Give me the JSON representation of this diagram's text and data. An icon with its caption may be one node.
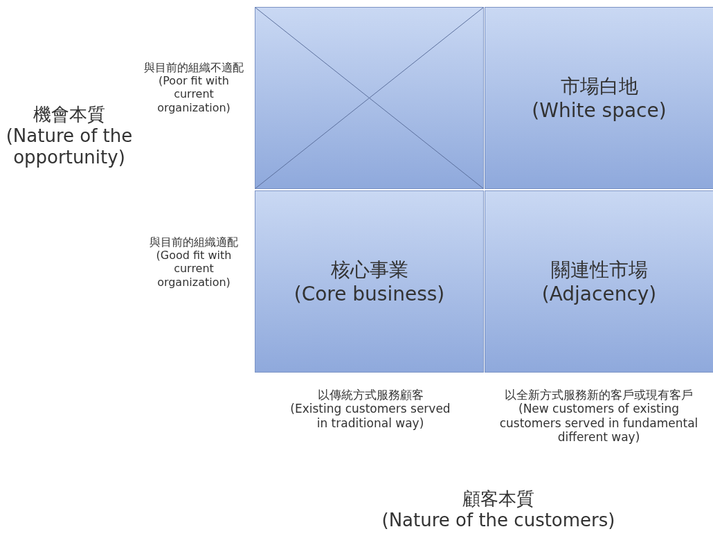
{
  "diagram": {
    "nodes": [
      {
        "text": [],
        "shape": "box"
      },
      {
        "text": [
          "市場白地",
          "(White space)"
        ]
      },
      {
        "text": [
          "核心事業",
          "(Core business)"
        ]
      },
      {
        "text": [
          "關連性市場",
          "(Adjacency)"
        ]
      }
    ],
    "labels": [
      "機會本質",
      "(Nature of the opportunity)",
      "與目前的組織不適配",
      "(Poor fit with current organization)",
      "與目前的組織適配",
      "(Good fit with current organization)",
      "以傳統方式服務顧客",
      "(Existing customers served in traditional way)",
      "以全新方式服務新的客戶或現有客戶",
      "(New customers of existing customers served in fundamental different way)",
      "顧客本質",
      "(Nature of the customers)"
    ]
  }
}
